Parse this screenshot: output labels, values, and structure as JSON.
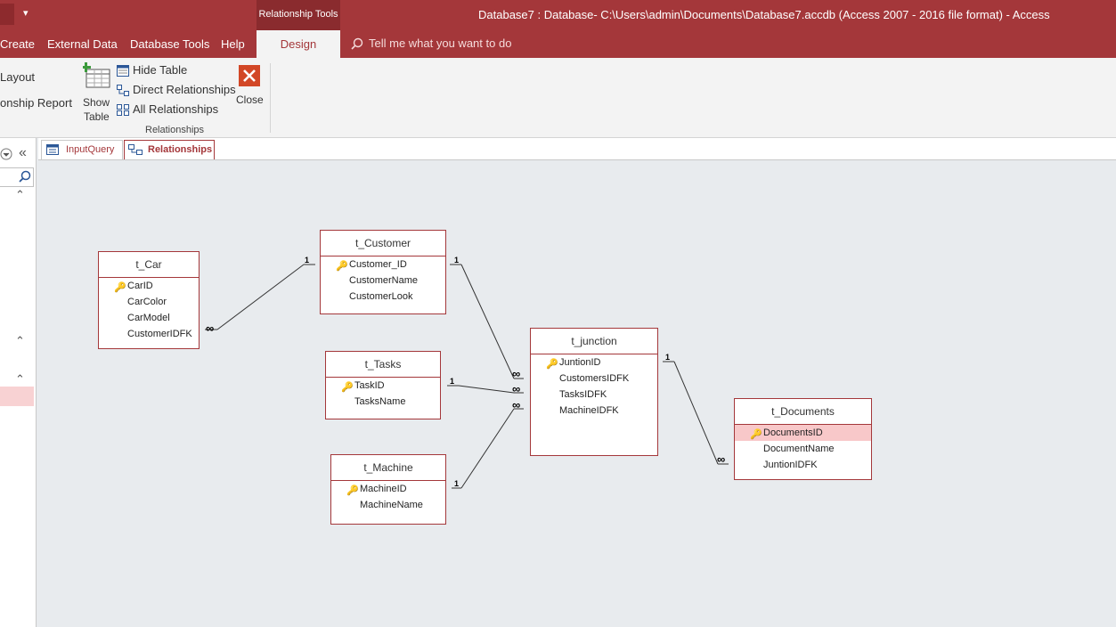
{
  "titlebar": {
    "context_tab": "Relationship Tools",
    "window_title": "Database7 : Database- C:\\Users\\admin\\Documents\\Database7.accdb (Access 2007 - 2016 file format)  -  Access"
  },
  "tabs": {
    "create": "Create",
    "external_data": "External Data",
    "database_tools": "Database Tools",
    "help": "Help",
    "design": "Design",
    "tell_me": "Tell me what you want to do"
  },
  "ribbon": {
    "layout": "Layout",
    "relationship_report": "onship Report",
    "show_table_1": "Show",
    "show_table_2": "Table",
    "hide_table": "Hide Table",
    "direct_relationships": "Direct Relationships",
    "all_relationships": "All Relationships",
    "close": "Close",
    "group_label": "Relationships"
  },
  "doc_tabs": {
    "input_query": "InputQuery",
    "relationships": "Relationships"
  },
  "tables": {
    "car": {
      "title": "t_Car",
      "fields": [
        "CarID",
        "CarColor",
        "CarModel",
        "CustomerIDFK"
      ]
    },
    "customer": {
      "title": "t_Customer",
      "fields": [
        "Customer_ID",
        "CustomerName",
        "CustomerLook"
      ]
    },
    "tasks": {
      "title": "t_Tasks",
      "fields": [
        "TaskID",
        "TasksName"
      ]
    },
    "machine": {
      "title": "t_Machine",
      "fields": [
        "MachineID",
        "MachineName"
      ]
    },
    "junction": {
      "title": "t_junction",
      "fields": [
        "JuntionID",
        "CustomersIDFK",
        "TasksIDFK",
        "MachineIDFK"
      ]
    },
    "documents": {
      "title": "t_Documents",
      "fields": [
        "DocumentsID",
        "DocumentName",
        "JuntionIDFK"
      ]
    }
  },
  "cardinality": {
    "one": "1",
    "many": "∞"
  },
  "colors": {
    "accent": "#a4373a",
    "canvas": "#e8ebee",
    "selected_field": "#f8c8c9"
  }
}
